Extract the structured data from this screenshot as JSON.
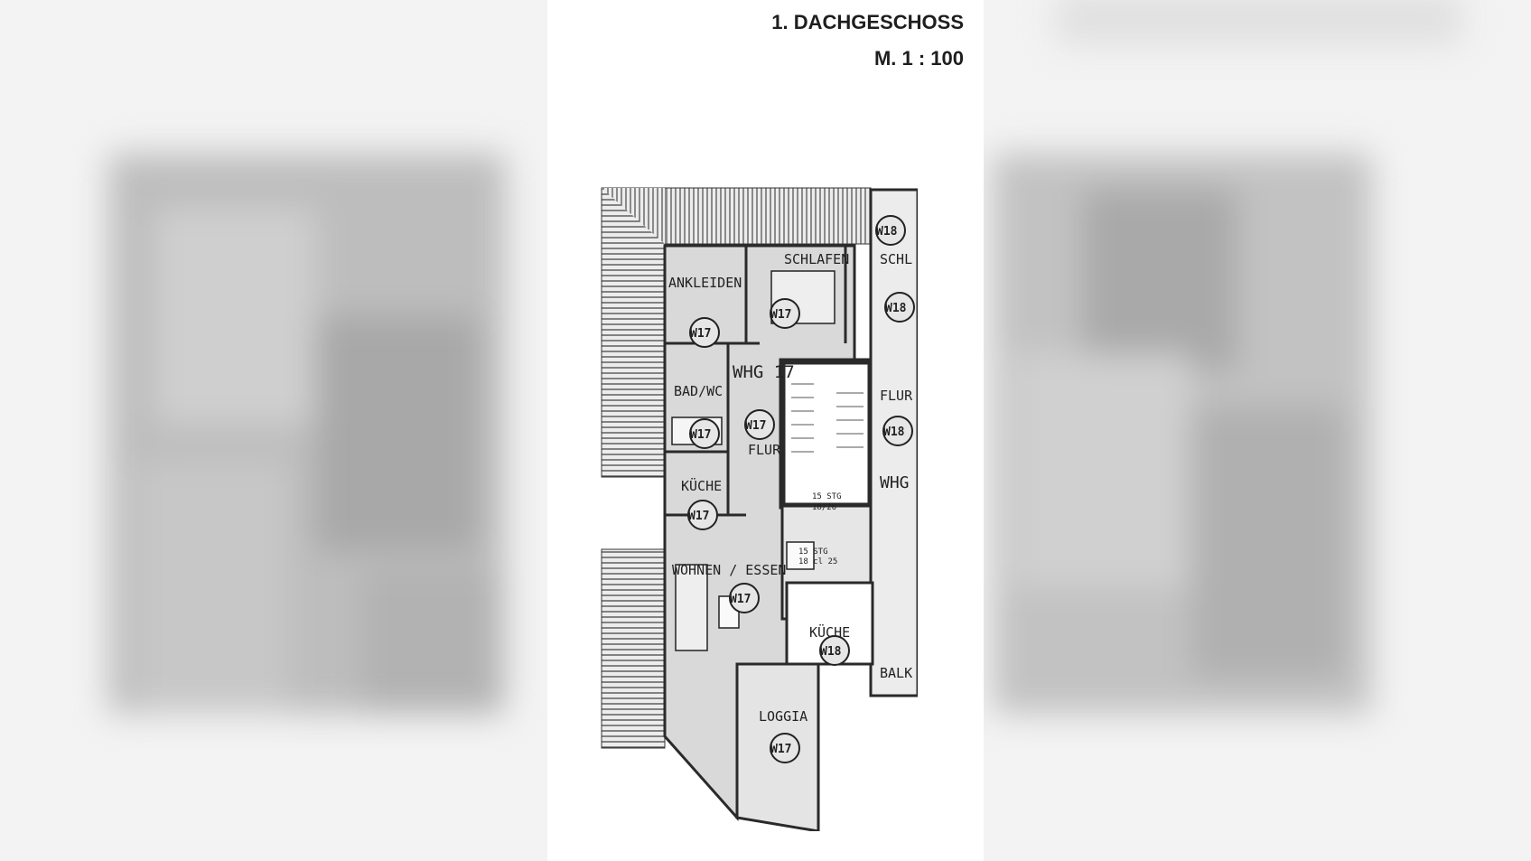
{
  "header": {
    "title": "1. DACHGESCHOSS",
    "scale": "M. 1 : 100"
  },
  "rooms": {
    "schlafen": "SCHLAFEN",
    "ankleiden": "ANKLEIDEN",
    "schl": "SCHL",
    "whg17": "WHG 17",
    "bad_wc": "BAD/WC",
    "flur_left": "FLUR",
    "flur_right": "FLUR",
    "kueche_left": "KÜCHE",
    "stair_upper_1": "15 STG",
    "stair_upper_2": "18/26",
    "stair_lower_1": "15 STG",
    "stair_lower_2": "18 cl 25",
    "whg_right": "WHG",
    "wohnen_essen": "WOHNEN / ESSEN",
    "kueche_right": "KÜCHE",
    "balk": "BALK",
    "loggia": "LOGGIA"
  },
  "tags": {
    "w17": "W17",
    "w18": "W18"
  },
  "colors": {
    "wall": "#2a2a2a",
    "floor": "#d9d9d9",
    "roof_hatch": "#555555"
  }
}
